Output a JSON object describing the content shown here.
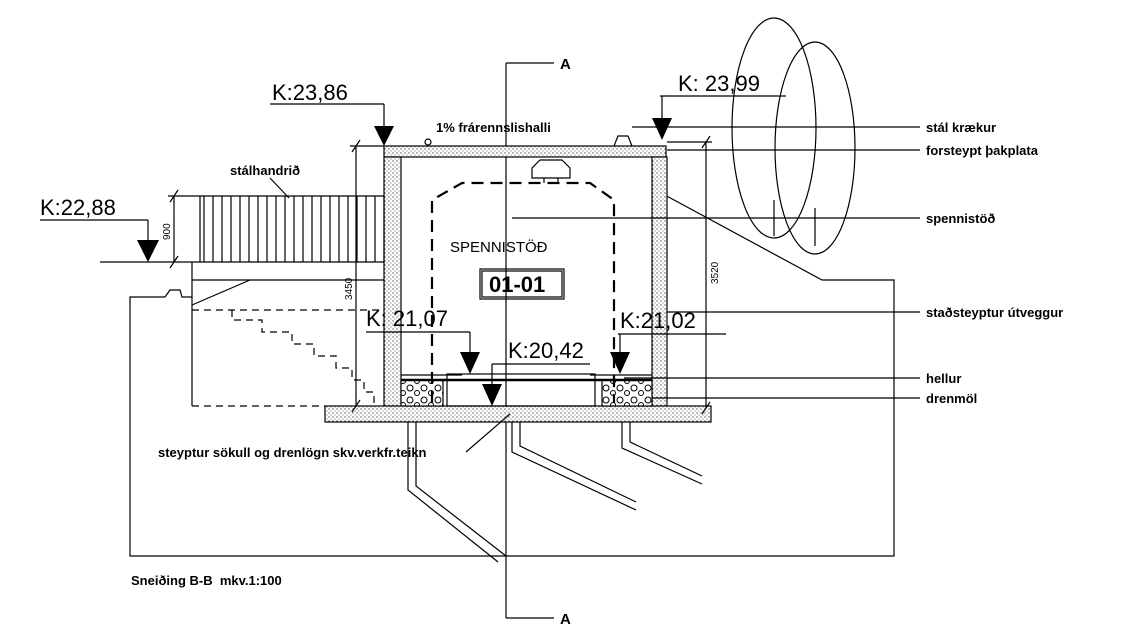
{
  "section_line": {
    "top_label": "A",
    "bottom_label": "A"
  },
  "levels": {
    "left_roof": "K:23,86",
    "right_roof": "K: 23,99",
    "terrace": "K:22,88",
    "left_floor": "K: 21,07",
    "right_floor": "K:21,02",
    "pit_floor": "K:20,42"
  },
  "slope_note": "1% frárennslishalli",
  "railing_label": "stálhandrið",
  "dimensions": {
    "railing_height": "900",
    "left_wall_height": "3450",
    "right_wall_height": "3520"
  },
  "station": {
    "name": "SPENNISTÖÐ",
    "number": "01-01"
  },
  "callouts": {
    "hook": "stál krækur",
    "roof_slab": "forsteypt þakplata",
    "station": "spennistöð",
    "wall": "staðsteyptur útveggur",
    "tiles": "hellur",
    "drain_gravel": "drenmöl",
    "footing": "steyptur sökull og drenlögn skv.verkfr.teikn"
  },
  "caption": "Sneiðing B-B  mkv.1:100"
}
